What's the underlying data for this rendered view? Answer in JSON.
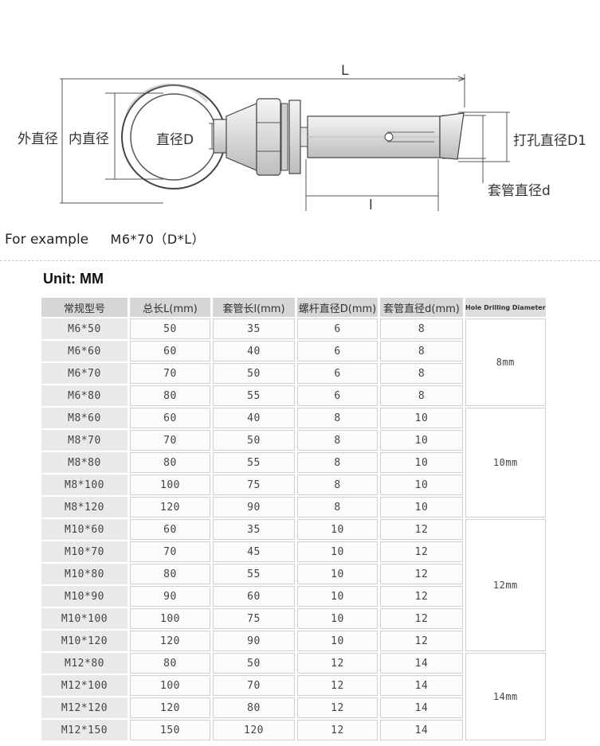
{
  "diagram": {
    "labels": {
      "outer_diameter": "外直径",
      "inner_diameter": "内直径",
      "rod_diameter": "直径D",
      "total_length": "L",
      "drill_diameter": "打孔直径D1",
      "sleeve_diameter": "套管直径d",
      "sleeve_length": "l"
    }
  },
  "example": {
    "label": "For example",
    "value": "M6*70（D*L）"
  },
  "unit_label": "Unit: MM",
  "table": {
    "headers": {
      "model": "常规型号",
      "total_length": "总长L(mm)",
      "sleeve_length": "套管长l(mm)",
      "rod_diameter": "螺杆直径D(mm)",
      "sleeve_diameter": "套管直径d(mm)",
      "hole_diameter": "Hole Drilling Diameter"
    },
    "rows": [
      {
        "model": "M6*50",
        "L": "50",
        "l": "35",
        "D": "6",
        "d": "8"
      },
      {
        "model": "M6*60",
        "L": "60",
        "l": "40",
        "D": "6",
        "d": "8"
      },
      {
        "model": "M6*70",
        "L": "70",
        "l": "50",
        "D": "6",
        "d": "8"
      },
      {
        "model": "M6*80",
        "L": "80",
        "l": "55",
        "D": "6",
        "d": "8"
      },
      {
        "model": "M8*60",
        "L": "60",
        "l": "40",
        "D": "8",
        "d": "10"
      },
      {
        "model": "M8*70",
        "L": "70",
        "l": "50",
        "D": "8",
        "d": "10"
      },
      {
        "model": "M8*80",
        "L": "80",
        "l": "55",
        "D": "8",
        "d": "10"
      },
      {
        "model": "M8*100",
        "L": "100",
        "l": "75",
        "D": "8",
        "d": "10"
      },
      {
        "model": "M8*120",
        "L": "120",
        "l": "90",
        "D": "8",
        "d": "10"
      },
      {
        "model": "M10*60",
        "L": "60",
        "l": "35",
        "D": "10",
        "d": "12"
      },
      {
        "model": "M10*70",
        "L": "70",
        "l": "45",
        "D": "10",
        "d": "12"
      },
      {
        "model": "M10*80",
        "L": "80",
        "l": "55",
        "D": "10",
        "d": "12"
      },
      {
        "model": "M10*90",
        "L": "90",
        "l": "60",
        "D": "10",
        "d": "12"
      },
      {
        "model": "M10*100",
        "L": "100",
        "l": "75",
        "D": "10",
        "d": "12"
      },
      {
        "model": "M10*120",
        "L": "120",
        "l": "90",
        "D": "10",
        "d": "12"
      },
      {
        "model": "M12*80",
        "L": "80",
        "l": "50",
        "D": "12",
        "d": "14"
      },
      {
        "model": "M12*100",
        "L": "100",
        "l": "70",
        "D": "12",
        "d": "14"
      },
      {
        "model": "M12*120",
        "L": "120",
        "l": "80",
        "D": "12",
        "d": "14"
      },
      {
        "model": "M12*150",
        "L": "150",
        "l": "120",
        "D": "12",
        "d": "14"
      }
    ],
    "hole_groups": [
      {
        "label": "8mm",
        "rows": 4
      },
      {
        "label": "10mm",
        "rows": 5
      },
      {
        "label": "12mm",
        "rows": 6
      },
      {
        "label": "14mm",
        "rows": 4
      }
    ]
  }
}
